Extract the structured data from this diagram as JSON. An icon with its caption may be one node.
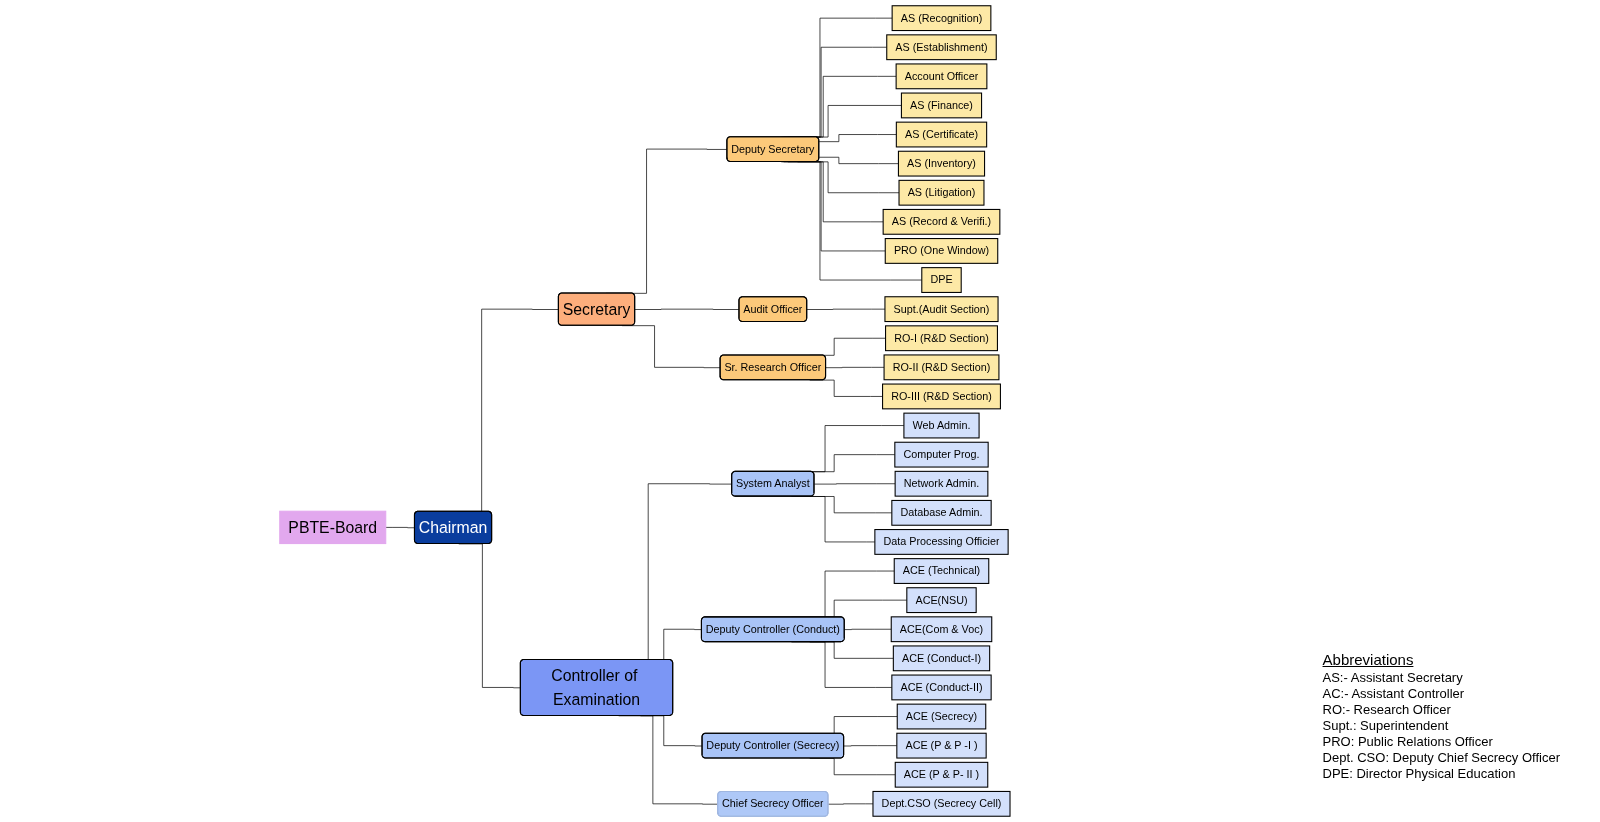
{
  "diagram": {
    "nodes": [
      {
        "text": [
          "PBTE-Board"
        ]
      },
      {
        "text": [
          "Chairman"
        ]
      },
      {
        "text": [
          "Secretary"
        ]
      },
      {
        "text": [
          "Controller of Examination"
        ]
      },
      {
        "text": [
          "Deputy Secretary"
        ]
      },
      {
        "text": [
          "Audit Officer"
        ]
      },
      {
        "text": [
          "Sr. Research Officer"
        ]
      },
      {
        "text": [
          "AS (Recognition)"
        ]
      },
      {
        "text": [
          "AS (Establishment)"
        ]
      },
      {
        "text": [
          "Account Officer"
        ]
      },
      {
        "text": [
          "AS (Finance)"
        ]
      },
      {
        "text": [
          "AS (Certificate)"
        ]
      },
      {
        "text": [
          "AS (Inventory)"
        ]
      },
      {
        "text": [
          "AS (Litigation)"
        ]
      },
      {
        "text": [
          "AS (Record & Verifi.)"
        ]
      },
      {
        "text": [
          "PRO (One Window)"
        ]
      },
      {
        "text": [
          "DPE"
        ]
      },
      {
        "text": [
          "Supt.(Audit Section)"
        ]
      },
      {
        "text": [
          "RO-I (R&D Section)"
        ]
      },
      {
        "text": [
          "RO-II (R&D Section)"
        ]
      },
      {
        "text": [
          "RO-III (R&D Section)"
        ]
      },
      {
        "text": [
          "System Analyst"
        ]
      },
      {
        "text": [
          "Deputy Controller (Conduct)"
        ]
      },
      {
        "text": [
          "Deputy Controller (Secrecy)"
        ]
      },
      {
        "text": [
          "Chief Secrecy Officer"
        ]
      },
      {
        "text": [
          "Web Admin."
        ]
      },
      {
        "text": [
          "Computer Prog."
        ]
      },
      {
        "text": [
          "Network Admin."
        ]
      },
      {
        "text": [
          "Database Admin."
        ]
      },
      {
        "text": [
          "Data Processing Officier"
        ]
      },
      {
        "text": [
          "ACE (Technical)"
        ]
      },
      {
        "text": [
          "ACE(NSU)"
        ]
      },
      {
        "text": [
          "ACE(Com & Voc)"
        ]
      },
      {
        "text": [
          "ACE (Conduct-I)"
        ]
      },
      {
        "text": [
          "ACE (Conduct-II)"
        ]
      },
      {
        "text": [
          "ACE (Secrecy)"
        ]
      },
      {
        "text": [
          "ACE (P & P -I )"
        ]
      },
      {
        "text": [
          "ACE (P & P- II )"
        ]
      },
      {
        "text": [
          "Dept.CSO (Secrecy Cell)"
        ]
      }
    ],
    "edges": [
      {
        "from": 0,
        "to": 1,
        "arrow": "none"
      },
      {
        "from": 1,
        "to": 2,
        "arrow": "none"
      },
      {
        "from": 1,
        "to": 3,
        "arrow": "none"
      },
      {
        "from": 2,
        "to": 4,
        "arrow": "none"
      },
      {
        "from": 2,
        "to": 5,
        "arrow": "none"
      },
      {
        "from": 2,
        "to": 6,
        "arrow": "none"
      },
      {
        "from": 4,
        "to": 7,
        "arrow": "none"
      },
      {
        "from": 4,
        "to": 8,
        "arrow": "none"
      },
      {
        "from": 4,
        "to": 9,
        "arrow": "none"
      },
      {
        "from": 4,
        "to": 10,
        "arrow": "none"
      },
      {
        "from": 4,
        "to": 11,
        "arrow": "none"
      },
      {
        "from": 4,
        "to": 12,
        "arrow": "none"
      },
      {
        "from": 4,
        "to": 13,
        "arrow": "none"
      },
      {
        "from": 4,
        "to": 14,
        "arrow": "none"
      },
      {
        "from": 4,
        "to": 15,
        "arrow": "none"
      },
      {
        "from": 4,
        "to": 16,
        "arrow": "none"
      },
      {
        "from": 5,
        "to": 17,
        "arrow": "none"
      },
      {
        "from": 6,
        "to": 18,
        "arrow": "none"
      },
      {
        "from": 6,
        "to": 19,
        "arrow": "none"
      },
      {
        "from": 6,
        "to": 20,
        "arrow": "none"
      },
      {
        "from": 3,
        "to": 21,
        "arrow": "none"
      },
      {
        "from": 3,
        "to": 22,
        "arrow": "none"
      },
      {
        "from": 3,
        "to": 23,
        "arrow": "none"
      },
      {
        "from": 3,
        "to": 24,
        "arrow": "none"
      },
      {
        "from": 21,
        "to": 25,
        "arrow": "none"
      },
      {
        "from": 21,
        "to": 26,
        "arrow": "none"
      },
      {
        "from": 21,
        "to": 27,
        "arrow": "none"
      },
      {
        "from": 21,
        "to": 28,
        "arrow": "none"
      },
      {
        "from": 21,
        "to": 29,
        "arrow": "none"
      },
      {
        "from": 22,
        "to": 30,
        "arrow": "none"
      },
      {
        "from": 22,
        "to": 31,
        "arrow": "none"
      },
      {
        "from": 22,
        "to": 32,
        "arrow": "none"
      },
      {
        "from": 22,
        "to": 33,
        "arrow": "none"
      },
      {
        "from": 22,
        "to": 34,
        "arrow": "none"
      },
      {
        "from": 23,
        "to": 35,
        "arrow": "none"
      },
      {
        "from": 23,
        "to": 36,
        "arrow": "none"
      },
      {
        "from": 23,
        "to": 37,
        "arrow": "none"
      },
      {
        "from": 24,
        "to": 38,
        "arrow": "none"
      }
    ],
    "labels": [
      "Abbreviations",
      "AS:- Assistant Secretary",
      "AC:- Assistant Controller",
      "RO:- Research Officer",
      "Supt.: Superintendent",
      "PRO: Public Relations Officer",
      "Dept. CSO: Deputy Chief Secrecy Officer",
      "DPE: Director Physical Education"
    ]
  }
}
